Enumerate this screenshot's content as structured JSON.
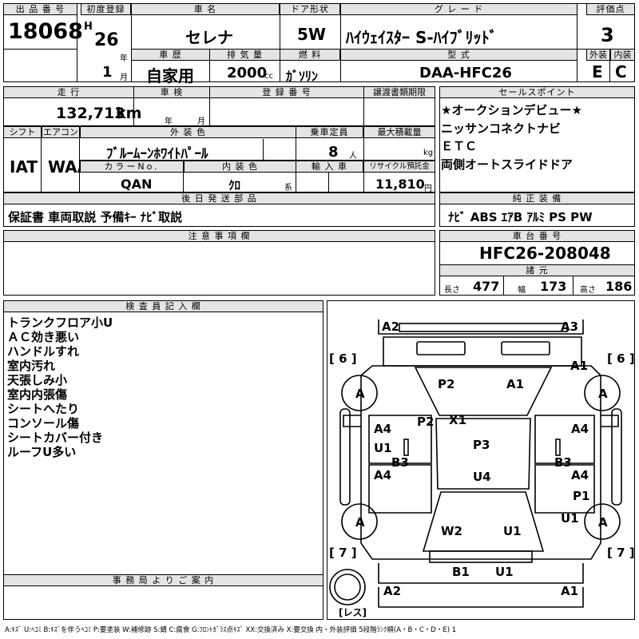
{
  "labels": {
    "lot_no": "出 品 番 号",
    "first_reg": "初度登録",
    "car_name": "車 名",
    "door": "ドア形状",
    "grade": "グ レ ー ド",
    "score": "評価点",
    "history": "車 歴",
    "displacement": "排 気 量",
    "fuel": "燃 料",
    "model_code": "型 式",
    "exterior": "外装",
    "interior": "内装",
    "mileage": "走 行",
    "inspection": "車 検",
    "reg_no": "登 録 番 号",
    "transfer_deadline": "譲渡書類期限",
    "sales_point": "セールスポイント",
    "shift": "シフト",
    "ac": "エアコン",
    "ext_color": "外 装 色",
    "capacity": "乗車定員",
    "max_load": "最大積載量",
    "color_no": "カラーNo.",
    "int_color": "内 装 色",
    "import": "輸 入 車",
    "recycle": "リサイクル預託金",
    "later_items": "後 日 発 送 部 品",
    "oem_equip": "純 正 装 備",
    "notes": "注 意 事 項 欄",
    "chassis_no": "車 台 番 号",
    "dimensions": "諸 元",
    "inspector_memo": "検 査 員 記 入 欄",
    "office_notice": "事 務 局 よ り ご 案 内"
  },
  "units": {
    "era": "H",
    "year": "年",
    "month": "月",
    "cc": "cc",
    "km": "km",
    "people": "人",
    "kg": "kg",
    "kei": "系",
    "yen": "円",
    "length": "長さ",
    "width": "幅",
    "height": "高さ",
    "insp_year": "年",
    "insp_month": "月"
  },
  "values": {
    "lot_no": "18068",
    "first_reg_year": "26",
    "first_reg_month": "1",
    "car_name": "セレナ",
    "door": "5W",
    "grade": "ﾊｲｳｪｲｽﾀｰ S-ﾊｲﾌﾞﾘｯﾄﾞ",
    "score": "3",
    "history": "自家用",
    "displacement": "2000",
    "fuel": "ｶﾞｿﾘﾝ",
    "model_code": "DAA-HFC26",
    "exterior": "E",
    "interior": "C",
    "mileage": "132,713",
    "shift": "IAT",
    "ac": "WAA",
    "ext_color": "ﾌﾞﾙｰﾑｰﾝﾎﾜｲﾄﾊﾟｰﾙ",
    "capacity": "8",
    "color_no": "QAN",
    "int_color": "ｸﾛ",
    "recycle": "11,810",
    "later_items": "保証書 車両取説 予備ｷｰ ﾅﾋﾞ取説",
    "oem_equip": "ﾅﾋﾞ ABS ｴｱB ｱﾙﾐ PS PW",
    "chassis_no": "HFC26-208048",
    "length": "477",
    "width": "173",
    "height": "186"
  },
  "sales_points": [
    "★オークションデビュー★",
    "ニッサンコネクトナビ",
    "ＥＴＣ",
    "両側オートスライドドア"
  ],
  "inspector_memo": [
    "トランクフロア小U",
    "ＡＣ効き悪い",
    "ハンドルすれ",
    "室内汚れ",
    "天張しみ小",
    "室内内張傷",
    "シートへたり",
    "コンソール傷",
    "シートカバー付き",
    "ルーフU多い"
  ],
  "diagram": {
    "marks": [
      "A2",
      "A3",
      "A1",
      "P2",
      "A1",
      "A",
      "A",
      "P2",
      "X1",
      "A4",
      "U1",
      "P3",
      "A4",
      "B3",
      "B3",
      "A4",
      "U4",
      "A4",
      "P1",
      "U1",
      "A",
      "A",
      "W2",
      "U1",
      "B1",
      "U1",
      "A2",
      "A1"
    ],
    "tire_brackets": [
      "[ 6 ]",
      "[ 6 ]",
      "[ 7 ]",
      "[ 7 ]"
    ],
    "spare_label": "[レス]"
  },
  "legend": "A:ｷｽﾞ U:ﾍｺﾐ B:ｷｽﾞを伴うﾍｺﾐ P:要塗装 W:補修跡 S:錆 C:腐食 G:ﾌﾛﾝﾄｶﾞﾗｽ点ｷｽﾞ XX:交換済み X:要交換 内・外装評価 5段階ﾗﾝｸ順(A・B・C・D・E) 1"
}
